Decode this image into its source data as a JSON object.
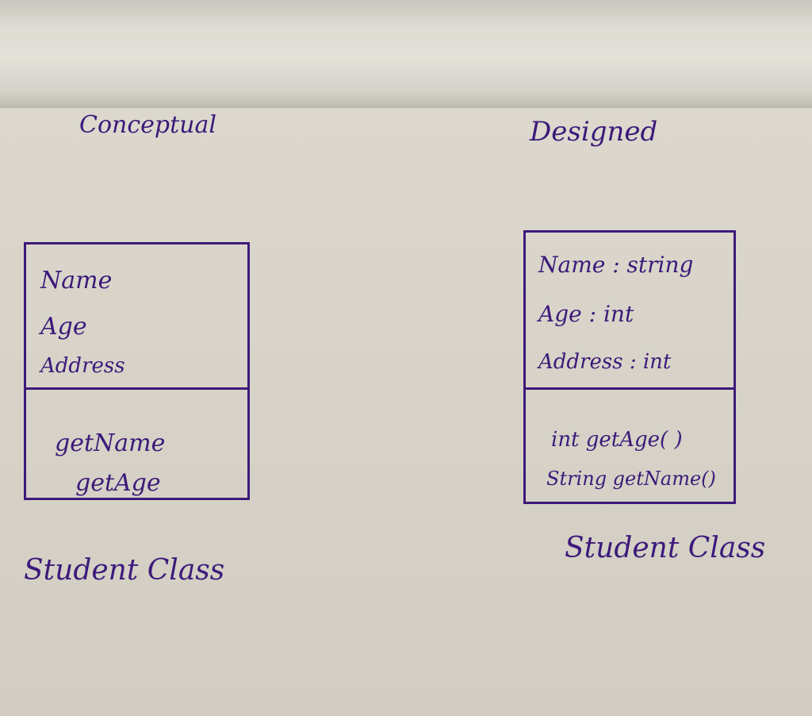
{
  "left": {
    "heading": "Conceptual",
    "attributes": [
      "Name",
      "Age",
      "Address"
    ],
    "operations": [
      "getName",
      "getAge"
    ],
    "caption": "Student Class"
  },
  "right": {
    "heading": "Designed",
    "attributes": [
      "Name : string",
      "Age : int",
      "Address : int"
    ],
    "operations": [
      "int getAge( )",
      "String getName()"
    ],
    "caption": "Student Class"
  },
  "colors": {
    "ink": "#3c1a7a",
    "paper": "#d8d4ca"
  }
}
